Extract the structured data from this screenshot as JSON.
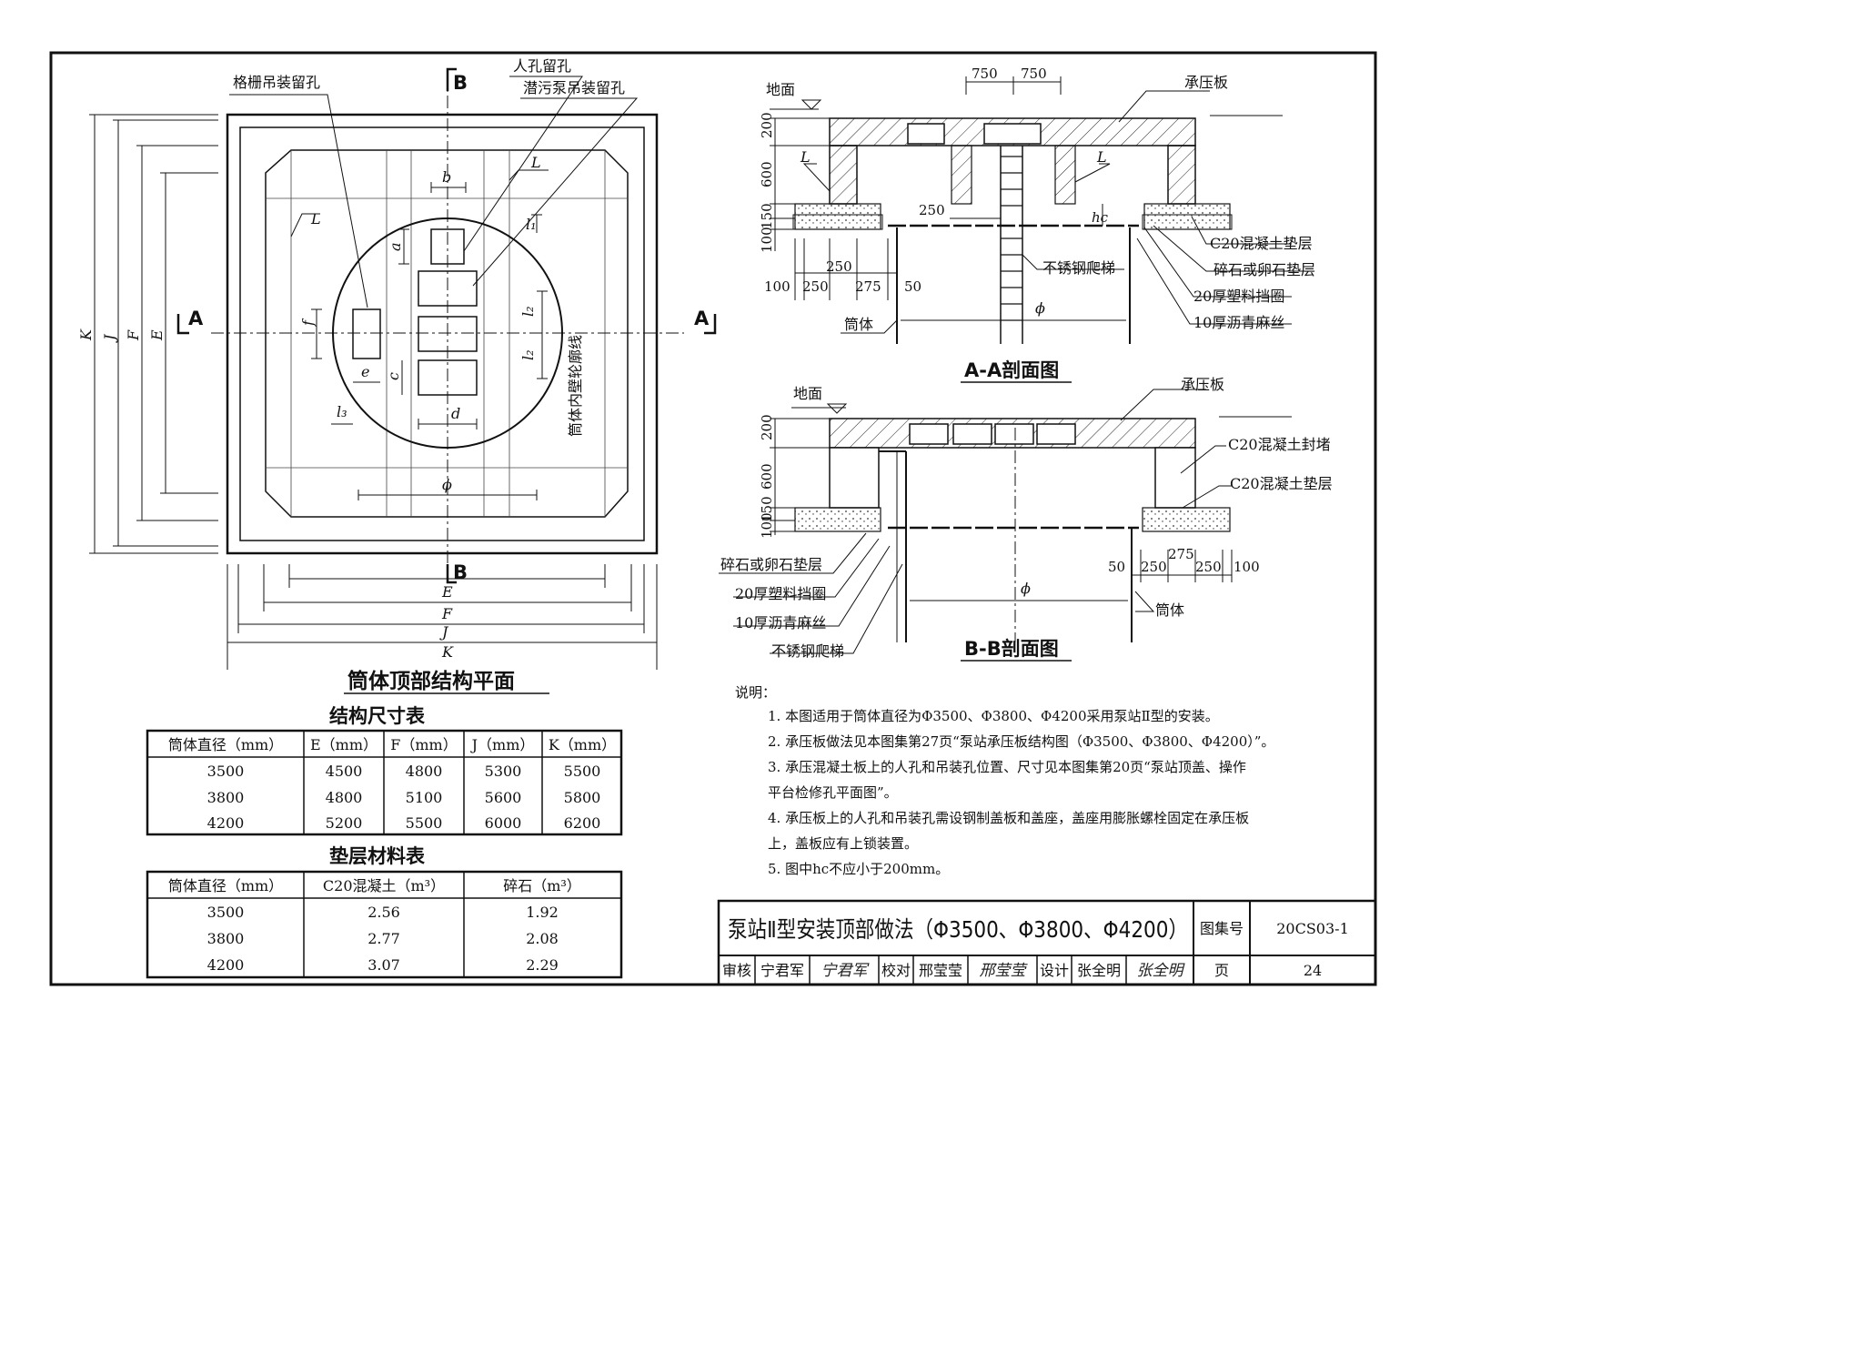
{
  "plan": {
    "title": "筒体顶部结构平面",
    "labels": {
      "grille_hole": "格栅吊装留孔",
      "manhole": "人孔留孔",
      "pump_hole": "潜污泵吊装留孔",
      "inner_wall": "筒体内壁轮廓线",
      "L": "L",
      "section_a": "A",
      "section_b": "B"
    },
    "dims": {
      "K": "K",
      "J": "J",
      "F": "F",
      "E": "E",
      "a": "a",
      "b": "b",
      "c": "c",
      "d": "d",
      "e": "e",
      "f": "f",
      "l1": "l₁",
      "l2": "l₂",
      "l3": "l₃",
      "phi": "ϕ"
    }
  },
  "section_aa": {
    "title": "A-A剖面图",
    "labels": {
      "ground": "地面",
      "slab": "承压板",
      "c20_cushion": "C20混凝土垫层",
      "gravel": "碎石或卵石垫层",
      "plastic_ring": "20厚塑料挡圈",
      "asphalt": "10厚沥青麻丝",
      "ladder": "不锈钢爬梯",
      "shell": "筒体",
      "L": "L",
      "hc": "hc",
      "phi": "ϕ"
    },
    "dims": {
      "d750a": "750",
      "d750b": "750",
      "d200": "200",
      "d600": "600",
      "d150": "150",
      "d100": "100",
      "d250top": "250",
      "d100b": "100",
      "d250b": "250",
      "d250c": "250",
      "d275": "275",
      "d50": "50"
    }
  },
  "section_bb": {
    "title": "B-B剖面图",
    "labels": {
      "ground": "地面",
      "slab": "承压板",
      "c20_seal": "C20混凝土封堵",
      "c20_cushion": "C20混凝土垫层",
      "gravel": "碎石或卵石垫层",
      "plastic_ring": "20厚塑料挡圈",
      "asphalt": "10厚沥青麻丝",
      "ladder": "不锈钢爬梯",
      "shell": "筒体",
      "phi": "ϕ"
    },
    "dims": {
      "d200": "200",
      "d600": "600",
      "d150": "150",
      "d100": "100",
      "d50": "50",
      "d250a": "250",
      "d275": "275",
      "d250b": "250",
      "d100b": "100"
    }
  },
  "dim_table": {
    "title": "结构尺寸表",
    "headers": [
      "筒体直径（mm）",
      "E（mm）",
      "F（mm）",
      "J（mm）",
      "K（mm）"
    ],
    "rows": [
      [
        "3500",
        "4500",
        "4800",
        "5300",
        "5500"
      ],
      [
        "3800",
        "4800",
        "5100",
        "5600",
        "5800"
      ],
      [
        "4200",
        "5200",
        "5500",
        "6000",
        "6200"
      ]
    ]
  },
  "cushion_table": {
    "title": "垫层材料表",
    "headers": [
      "筒体直径（mm）",
      "C20混凝土（m³）",
      "碎石（m³）"
    ],
    "rows": [
      [
        "3500",
        "2.56",
        "1.92"
      ],
      [
        "3800",
        "2.77",
        "2.08"
      ],
      [
        "4200",
        "3.07",
        "2.29"
      ]
    ]
  },
  "notes": {
    "heading": "说明：",
    "items": [
      "1.  本图适用于筒体直径为Φ3500、Φ3800、Φ4200采用泵站Ⅱ型的安装。",
      "2.  承压板做法见本图集第27页“泵站承压板结构图（Φ3500、Φ3800、Φ4200）”。",
      "3.  承压混凝土板上的人孔和吊装孔位置、尺寸见本图集第20页“泵站顶盖、操作",
      "     平台检修孔平面图”。",
      "4.  承压板上的人孔和吊装孔需设钢制盖板和盖座，盖座用膨胀螺栓固定在承压板",
      "     上，盖板应有上锁装置。",
      "5.  图中hc不应小于200mm。"
    ]
  },
  "title_block": {
    "drawing_title": "泵站Ⅱ型安装顶部做法（Φ3500、Φ3800、Φ4200）",
    "atlas_label": "图集号",
    "atlas_no": "20CS03-1",
    "review_label": "审核",
    "reviewer": "宁君军",
    "reviewer_sig": "宁君军",
    "check_label": "校对",
    "checker": "邢莹莹",
    "checker_sig": "邢莹莹",
    "design_label": "设计",
    "designer": "张全明",
    "designer_sig": "张全明",
    "page_label": "页",
    "page_no": "24"
  }
}
